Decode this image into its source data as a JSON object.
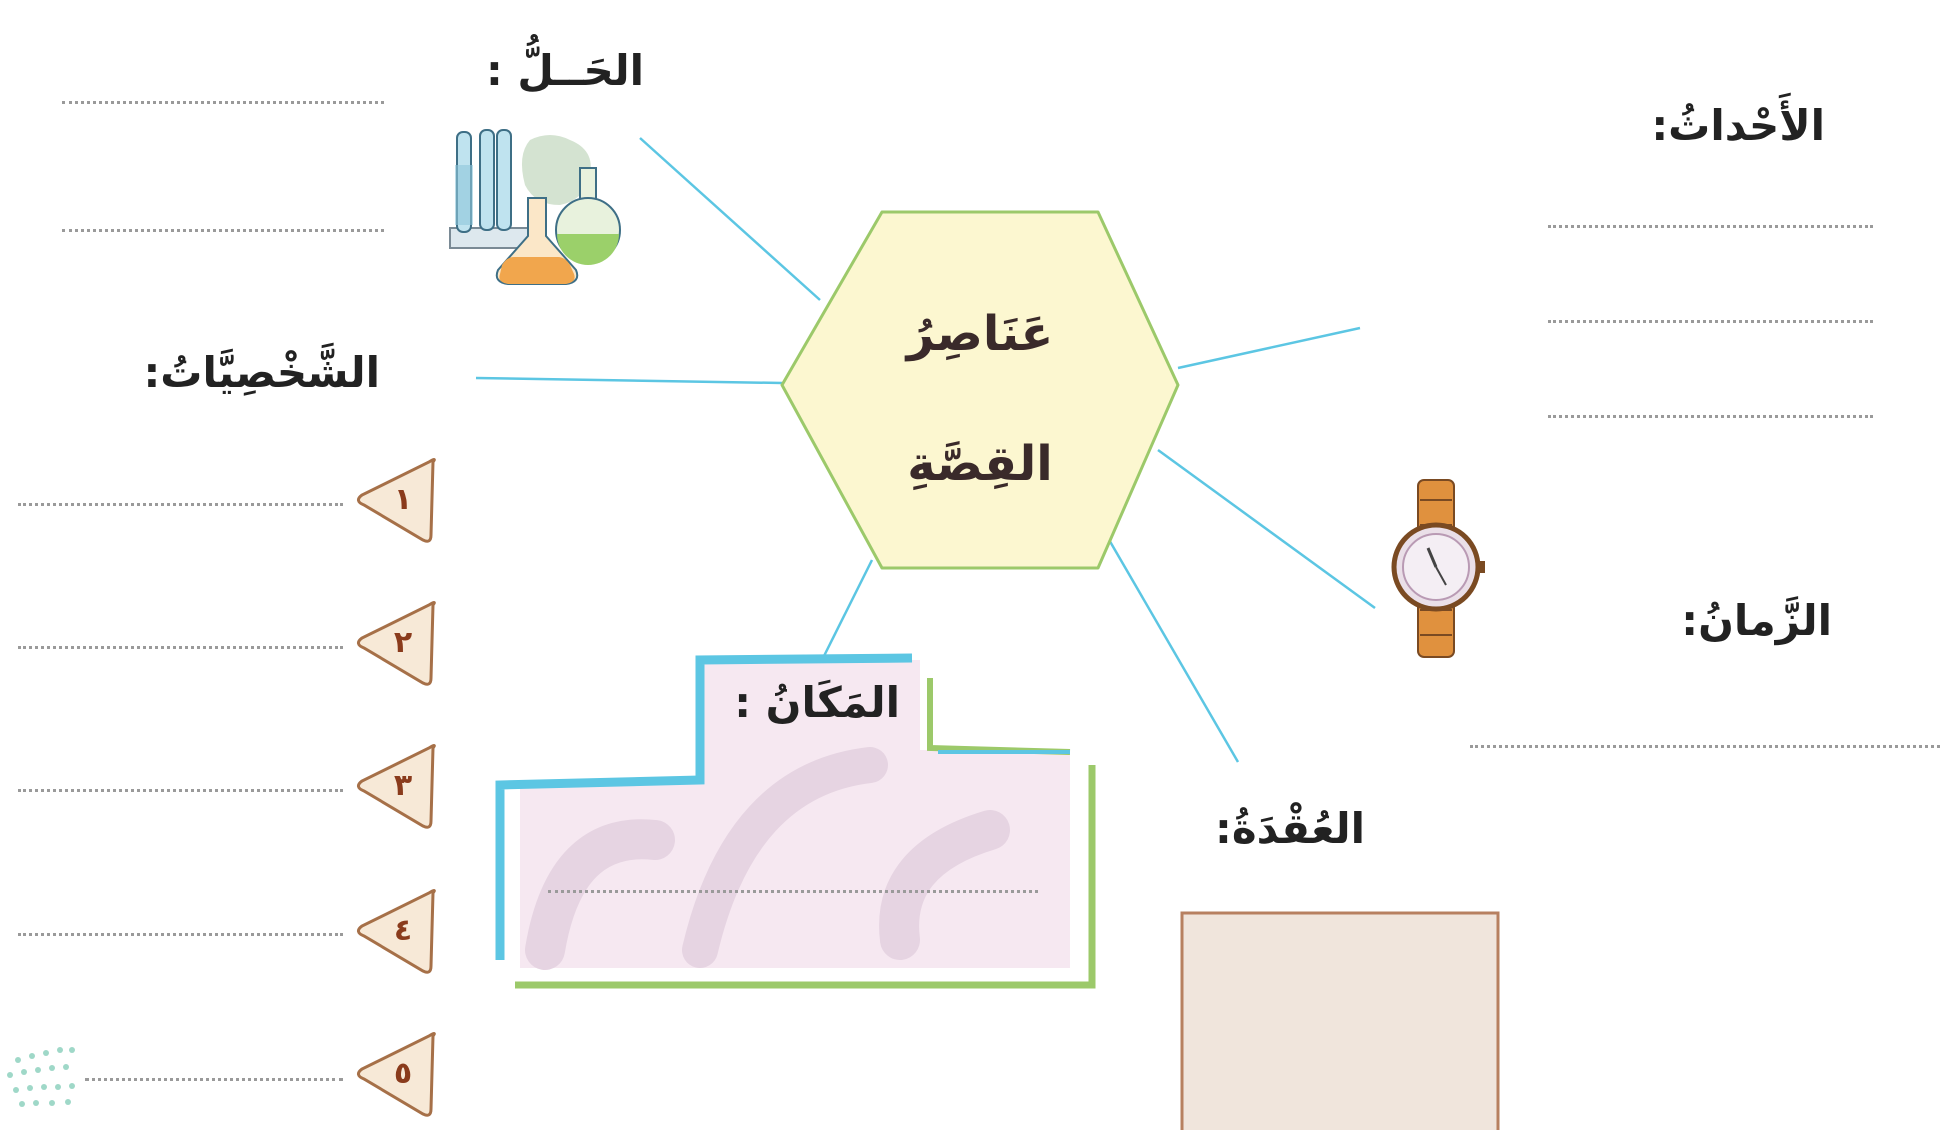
{
  "center": {
    "line1": "عَنَاصِرُ",
    "line2": "القِصَّةِ"
  },
  "labels": {
    "solution": "الحَــلُّ :",
    "characters": "الشَّخْصِيَّاتُ:",
    "events": "الأَحْداثُ:",
    "time": "الزَّمانُ:",
    "place": "المَكَانُ :",
    "plot": "العُقْدَةُ:"
  },
  "character_numbers": [
    "١",
    "٢",
    "٣",
    "٤",
    "٥"
  ],
  "colors": {
    "hexagon_fill": "#fcf7d0",
    "hexagon_stroke": "#9cc96a",
    "connector": "#5cc6e3",
    "place_box_fill": "#f6e8f1",
    "place_box_blue": "#5cc6e3",
    "place_box_green": "#9cc96a",
    "plot_box_fill": "#f0e5dc",
    "plot_box_stroke": "#b78060",
    "number_badge_fill": "#f7e9d7",
    "number_badge_stroke": "#a67048"
  },
  "icons": {
    "solution": "lab-flasks-icon",
    "time": "wristwatch-icon",
    "number": "triangle-badge-icon",
    "corner": "dots-logo-icon"
  }
}
